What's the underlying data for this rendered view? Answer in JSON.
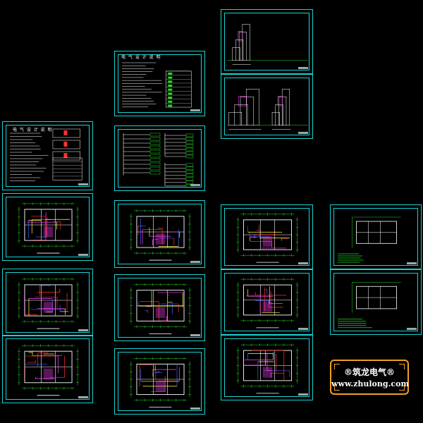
{
  "colors": {
    "background": "#000000",
    "frame": "#19d3d3",
    "wall": "#ffffff",
    "dim": "#22dd22",
    "red": "#ff3030",
    "magenta": "#ff40ff",
    "yellow": "#ffff40",
    "blue": "#4060ff",
    "logo_border": "#f0a020"
  },
  "sheets": [
    {
      "id": "design-notes-1",
      "kind": "notes"
    },
    {
      "id": "design-notes-2",
      "kind": "notes-legend"
    },
    {
      "id": "system-diagram",
      "kind": "system"
    },
    {
      "id": "elevation-1",
      "kind": "elevation-single"
    },
    {
      "id": "elevation-2",
      "kind": "elevation-double"
    },
    {
      "id": "plan-1",
      "kind": "plan"
    },
    {
      "id": "plan-2",
      "kind": "plan"
    },
    {
      "id": "plan-3",
      "kind": "plan"
    },
    {
      "id": "plan-4",
      "kind": "plan"
    },
    {
      "id": "plan-5",
      "kind": "plan"
    },
    {
      "id": "plan-6",
      "kind": "plan"
    },
    {
      "id": "plan-7",
      "kind": "plan"
    },
    {
      "id": "plan-8",
      "kind": "plan"
    },
    {
      "id": "plan-9",
      "kind": "plan"
    },
    {
      "id": "roof-plan-1",
      "kind": "plan-outline"
    },
    {
      "id": "roof-plan-2",
      "kind": "plan-outline"
    }
  ],
  "notes_titles": {
    "design_notes_1": "电 气 设 计 说 明",
    "design_notes_2": "电 气 设 计 说 明"
  },
  "watermark": {
    "line1": "®筑龙电气®",
    "line2": "www.zhulong.com"
  }
}
